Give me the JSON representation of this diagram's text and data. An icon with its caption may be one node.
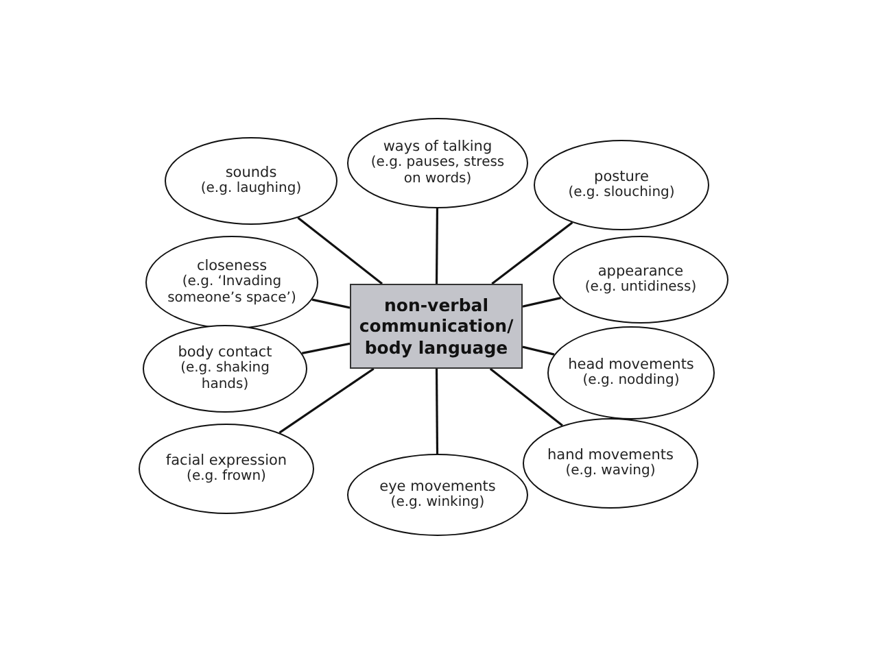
{
  "diagram": {
    "nodes": [
      {
        "text": [
          "ways of talking",
          "(e.g. pauses, stress on words)"
        ]
      },
      {
        "text": [
          "sounds",
          "(e.g. laughing)"
        ]
      },
      {
        "text": [
          "posture",
          "(e.g. slouching)"
        ]
      },
      {
        "text": [
          "closeness",
          "(e.g. ‘Invading someone’s space’)"
        ]
      },
      {
        "text": [
          "non-verbal communication/ body language"
        ]
      },
      {
        "text": [
          "appearance",
          "(e.g. untidiness)"
        ]
      },
      {
        "text": [
          "body contact",
          "(e.g. shaking hands)"
        ]
      },
      {
        "text": [
          "head movements",
          "(e.g. nodding)"
        ]
      },
      {
        "text": [
          "facial expression",
          "(e.g. frown)"
        ]
      },
      {
        "text": [
          "hand movements",
          "(e.g. waving)"
        ]
      },
      {
        "text": [
          "eye movements",
          "(e.g. winking)"
        ]
      }
    ],
    "edges": [
      {
        "from": 4,
        "to": 0,
        "arrow": "none"
      },
      {
        "from": 4,
        "to": 1,
        "arrow": "none"
      },
      {
        "from": 4,
        "to": 2,
        "arrow": "none"
      },
      {
        "from": 4,
        "to": 3,
        "arrow": "none"
      },
      {
        "from": 4,
        "to": 5,
        "arrow": "none"
      },
      {
        "from": 4,
        "to": 6,
        "arrow": "none"
      },
      {
        "from": 4,
        "to": 7,
        "arrow": "none"
      },
      {
        "from": 4,
        "to": 8,
        "arrow": "none"
      },
      {
        "from": 4,
        "to": 9,
        "arrow": "none"
      },
      {
        "from": 4,
        "to": 10,
        "arrow": "none"
      }
    ]
  }
}
